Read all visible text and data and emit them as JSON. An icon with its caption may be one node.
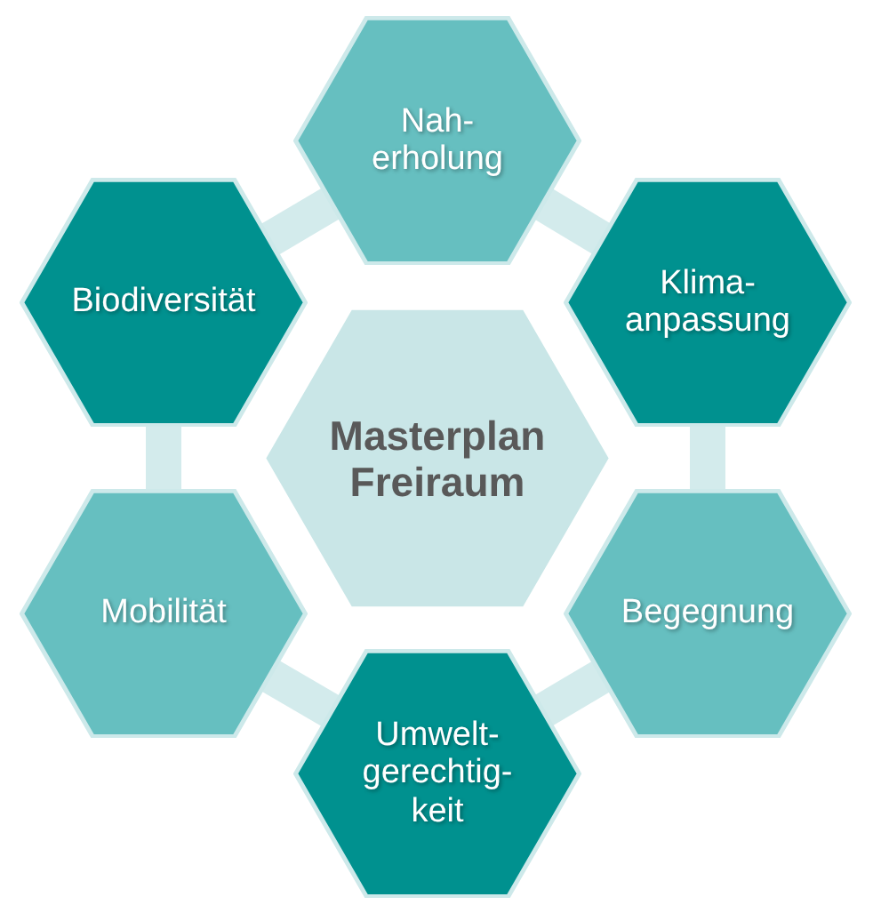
{
  "diagram": {
    "nodes": [
      {
        "text": [
          "Nah- erholung"
        ]
      },
      {
        "text": [
          "Biodiversität"
        ]
      },
      {
        "text": [
          "Klima- anpassung"
        ]
      },
      {
        "text": [
          "Masterplan Freiraum"
        ]
      },
      {
        "text": [
          "Mobilität"
        ]
      },
      {
        "text": [
          "Begegnung"
        ]
      },
      {
        "text": [
          "Umwelt- gerechtig- keit"
        ]
      }
    ],
    "edges": [
      {
        "from": 0,
        "to": 2,
        "arrow": "none"
      },
      {
        "from": 2,
        "to": 5,
        "arrow": "none"
      },
      {
        "from": 5,
        "to": 6,
        "arrow": "none"
      },
      {
        "from": 6,
        "to": 4,
        "arrow": "none"
      },
      {
        "from": 4,
        "to": 1,
        "arrow": "none"
      },
      {
        "from": 1,
        "to": 0,
        "arrow": "none"
      }
    ]
  }
}
